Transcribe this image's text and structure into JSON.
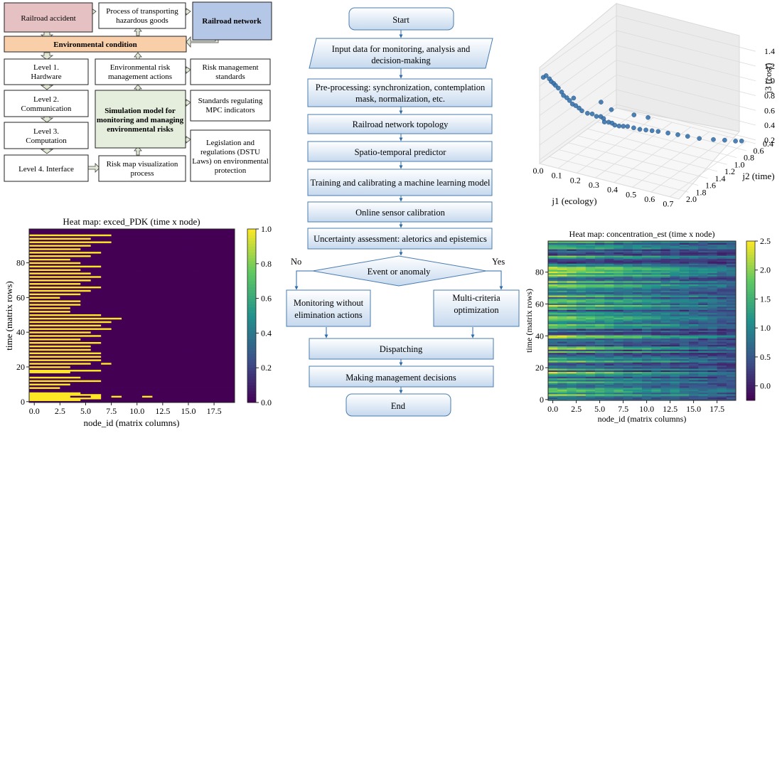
{
  "block_diagram": {
    "colors": {
      "accident": "#e6c1c3",
      "network": "#b4c7e6",
      "condition": "#f8cfa8",
      "model": "#e5eedc",
      "arrow_fill": "#e2ead6",
      "border": "#222222"
    },
    "accident": "Railroad accident",
    "transport": [
      "Process of transporting",
      "hazardous goods"
    ],
    "network": "Railroad network",
    "condition": "Environmental condition",
    "levels": [
      [
        "Level 1.",
        "Hardware"
      ],
      [
        "Level 2.",
        "Communication"
      ],
      [
        "Level 3.",
        "Computation"
      ],
      [
        "Level 4. Interface"
      ]
    ],
    "actions": [
      "Environmental risk",
      "management actions"
    ],
    "model": [
      "Simulation model for",
      "monitoring and managing",
      "environmental risks"
    ],
    "visualization": [
      "Risk map visualization",
      "process"
    ],
    "standards": [
      [
        "Risk management",
        "standards"
      ],
      [
        "Standards regulating",
        "MPC indicators"
      ],
      [
        "Legislation and",
        "regulations (DSTU",
        "Laws) on environmental",
        "protection"
      ]
    ]
  },
  "flowchart": {
    "colors": {
      "box_top": "#ffffff",
      "box_bottom": "#c6d9ee",
      "border": "#4a7cb0",
      "arrow": "#2e6aa8"
    },
    "start": "Start",
    "input": [
      "Input data for monitoring, analysis and",
      "decision-making"
    ],
    "steps": [
      [
        "Pre-processing: synchronization, contemplation",
        "mask, normalization, etc."
      ],
      [
        "Railroad network topology"
      ],
      [
        "Spatio-temporal predictor"
      ],
      [
        "Training and calibrating a machine learning model"
      ],
      [
        "Online sensor calibration"
      ],
      [
        "Uncertainty assessment: aletorics and epistemics"
      ]
    ],
    "decision": "Event or anomaly",
    "no_label": "No",
    "yes_label": "Yes",
    "no_branch": [
      "Monitoring without",
      "elimination actions"
    ],
    "yes_branch": [
      "Multi-criteria",
      "optimization"
    ],
    "dispatching": "Dispatching",
    "decisions": "Making management decisions",
    "end": "End"
  },
  "chart_data": [
    {
      "type": "scatter",
      "projection": "3d",
      "xlabel": "j1 (ecology)",
      "ylabel": "j2 (time)",
      "zlabel": "j3 (cost)",
      "x_ticks": [
        "0.0",
        "0.1",
        "0.2",
        "0.3",
        "0.4",
        "0.5",
        "0.6",
        "0.7"
      ],
      "y_ticks": [
        "0.4",
        "0.6",
        "0.8",
        "1.0",
        "1.2",
        "1.4",
        "1.6",
        "1.8",
        "2.0"
      ],
      "z_ticks": [
        "0.2",
        "0.4",
        "0.6",
        "0.8",
        "1.0",
        "1.2",
        "1.4"
      ],
      "xlim": [
        0.0,
        0.75
      ],
      "ylim": [
        0.4,
        2.0
      ],
      "zlim": [
        0.15,
        1.45
      ],
      "marker_color": "#2f6ca8",
      "grid": true,
      "points": [
        [
          0.02,
          2.0,
          1.33
        ],
        [
          0.03,
          1.98,
          1.35
        ],
        [
          0.04,
          1.95,
          1.3
        ],
        [
          0.05,
          1.95,
          1.27
        ],
        [
          0.05,
          1.9,
          1.22
        ],
        [
          0.06,
          1.9,
          1.2
        ],
        [
          0.07,
          1.88,
          1.16
        ],
        [
          0.08,
          1.85,
          1.1
        ],
        [
          0.09,
          1.85,
          1.06
        ],
        [
          0.1,
          1.82,
          1.02
        ],
        [
          0.11,
          1.8,
          0.98
        ],
        [
          0.12,
          1.78,
          0.93
        ],
        [
          0.13,
          1.75,
          0.9
        ],
        [
          0.14,
          1.72,
          0.86
        ],
        [
          0.15,
          1.7,
          0.82
        ],
        [
          0.17,
          1.66,
          0.78
        ],
        [
          0.18,
          1.6,
          0.75
        ],
        [
          0.19,
          1.55,
          0.7
        ],
        [
          0.2,
          1.5,
          0.68
        ],
        [
          0.21,
          1.48,
          0.65
        ],
        [
          0.22,
          1.5,
          0.62
        ],
        [
          0.23,
          1.45,
          0.6
        ],
        [
          0.24,
          1.42,
          0.58
        ],
        [
          0.25,
          1.4,
          0.55
        ],
        [
          0.26,
          1.35,
          0.52
        ],
        [
          0.27,
          1.3,
          0.5
        ],
        [
          0.28,
          1.25,
          0.48
        ],
        [
          0.3,
          1.2,
          0.45
        ],
        [
          0.32,
          1.15,
          0.42
        ],
        [
          0.34,
          1.1,
          0.4
        ],
        [
          0.36,
          1.05,
          0.38
        ],
        [
          0.38,
          1.0,
          0.36
        ],
        [
          0.42,
          0.95,
          0.34
        ],
        [
          0.46,
          0.9,
          0.32
        ],
        [
          0.5,
          0.85,
          0.3
        ],
        [
          0.55,
          0.8,
          0.28
        ],
        [
          0.6,
          0.7,
          0.25
        ],
        [
          0.64,
          0.62,
          0.23
        ],
        [
          0.68,
          0.55,
          0.21
        ],
        [
          0.7,
          0.5,
          0.2
        ],
        [
          0.08,
          1.6,
          0.9
        ],
        [
          0.15,
          1.3,
          0.75
        ],
        [
          0.18,
          1.2,
          0.62
        ],
        [
          0.25,
          1.0,
          0.5
        ],
        [
          0.3,
          0.9,
          0.45
        ]
      ]
    },
    {
      "type": "heatmap",
      "title": "Heat map: exced_PDK (time x node)",
      "xlabel": "node_id (matrix columns)",
      "ylabel": "time (matrix rows)",
      "x_ticks": [
        "0.0",
        "2.5",
        "5.0",
        "7.5",
        "10.0",
        "12.5",
        "15.0",
        "17.5"
      ],
      "y_ticks": [
        "0",
        "20",
        "40",
        "60",
        "80"
      ],
      "colorbar_ticks": [
        "0.0",
        "0.2",
        "0.4",
        "0.6",
        "0.8",
        "1.0"
      ],
      "xlim": [
        -0.5,
        19.5
      ],
      "ylim": [
        -0.5,
        99.5
      ],
      "vmin": 0,
      "vmax": 1,
      "shape": [
        100,
        20
      ],
      "colormap": [
        "#440154",
        "#3b528b",
        "#21918c",
        "#5ec962",
        "#fde725"
      ],
      "exceedance_rows": {
        "1": [
          0,
          1,
          2,
          3,
          4
        ],
        "2": [
          0,
          1,
          2,
          3,
          4,
          5,
          6
        ],
        "3": [
          0,
          1,
          2,
          3,
          6,
          8,
          11
        ],
        "4": [
          0,
          1,
          2,
          3,
          4,
          5,
          6
        ],
        "5": [
          0,
          1,
          2,
          3,
          4
        ],
        "8": [
          0,
          1,
          2
        ],
        "10": [
          0,
          1,
          2,
          3
        ],
        "12": [
          0,
          1,
          2,
          3,
          4,
          5,
          6
        ],
        "14": [
          0,
          1,
          2,
          3,
          4
        ],
        "17": [
          0,
          1,
          2,
          3
        ],
        "18": [
          0,
          1,
          2,
          3,
          4,
          5,
          6
        ],
        "20": [
          0,
          1,
          2,
          3
        ],
        "22": [
          0,
          1,
          2,
          3,
          4,
          5,
          7
        ],
        "24": [
          0,
          1,
          2,
          3,
          4,
          5,
          6
        ],
        "26": [
          0,
          1,
          2,
          3,
          4,
          5,
          6
        ],
        "28": [
          0,
          1,
          2,
          3,
          4,
          5,
          6
        ],
        "30": [
          0,
          1,
          2,
          3,
          4,
          5
        ],
        "32": [
          0,
          1,
          2,
          3,
          4,
          5
        ],
        "34": [
          0,
          1,
          2,
          3,
          4,
          5,
          6
        ],
        "36": [
          0,
          1,
          2,
          3,
          4
        ],
        "38": [
          0,
          1,
          2,
          3,
          4,
          5,
          6
        ],
        "40": [
          0,
          1,
          2,
          3,
          4,
          5
        ],
        "42": [
          0,
          1,
          2,
          3,
          4,
          5,
          6,
          7
        ],
        "44": [
          0,
          1,
          2,
          3,
          4,
          5,
          6
        ],
        "46": [
          0,
          1,
          2,
          3,
          4,
          5,
          6,
          7
        ],
        "48": [
          0,
          1,
          2,
          3,
          4,
          5,
          6,
          7,
          8
        ],
        "50": [
          0,
          1,
          2,
          3,
          4,
          5,
          6
        ],
        "52": [
          0,
          1,
          2,
          3
        ],
        "54": [
          0,
          1,
          2,
          3
        ],
        "56": [
          0,
          1,
          2,
          3,
          4
        ],
        "58": [
          0,
          1,
          2,
          3,
          4
        ],
        "60": [
          0,
          1,
          2
        ],
        "62": [
          0,
          1,
          2,
          3,
          4
        ],
        "64": [
          0,
          1,
          2,
          3,
          4,
          5
        ],
        "66": [
          0,
          1,
          2,
          3,
          4,
          5,
          6
        ],
        "68": [
          0,
          1,
          2,
          3,
          4
        ],
        "70": [
          0,
          1,
          2,
          3,
          4,
          5
        ],
        "72": [
          0,
          1,
          2,
          3,
          4,
          5,
          6
        ],
        "74": [
          0,
          1,
          2,
          3,
          4,
          5
        ],
        "76": [
          0,
          1,
          2,
          3,
          4
        ],
        "78": [
          0,
          1,
          2,
          3,
          4,
          5,
          6
        ],
        "80": [
          0,
          1,
          2,
          3,
          4
        ],
        "82": [
          0,
          1,
          2,
          3
        ],
        "84": [
          0,
          1,
          2,
          3,
          4,
          5
        ],
        "86": [
          0,
          1,
          2,
          3,
          4,
          5,
          6
        ],
        "88": [
          0,
          1,
          2,
          3,
          4
        ],
        "90": [
          0,
          1,
          2,
          3,
          4,
          5
        ],
        "92": [
          0,
          1,
          2,
          3,
          4,
          5,
          6,
          7
        ],
        "94": [
          0,
          1,
          2,
          3,
          4,
          5
        ],
        "96": [
          0,
          1,
          2,
          3,
          4,
          5,
          6,
          7
        ]
      }
    },
    {
      "type": "heatmap",
      "title": "Heat map: concentration_est (time x node)",
      "xlabel": "node_id (matrix columns)",
      "ylabel": "time (matrix rows)",
      "x_ticks": [
        "0.0",
        "2.5",
        "5.0",
        "7.5",
        "10.0",
        "12.5",
        "15.0",
        "17.5"
      ],
      "y_ticks": [
        "0",
        "20",
        "40",
        "60",
        "80"
      ],
      "colorbar_ticks": [
        "0.0",
        "0.5",
        "1.0",
        "1.5",
        "2.0",
        "2.5"
      ],
      "xlim": [
        -0.5,
        19.5
      ],
      "ylim": [
        -0.5,
        99.5
      ],
      "vmin": -0.25,
      "vmax": 2.5,
      "shape": [
        100,
        20
      ],
      "colormap": [
        "#440154",
        "#3b528b",
        "#21918c",
        "#5ec962",
        "#fde725"
      ]
    }
  ]
}
